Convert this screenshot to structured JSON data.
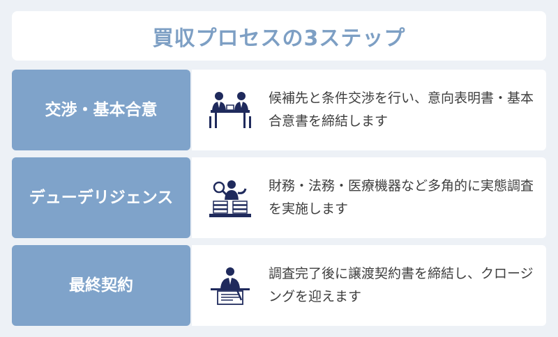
{
  "title": "買収プロセスの3ステップ",
  "colors": {
    "accent": "#7fa3ca",
    "title_text": "#7d9fc4",
    "icon_navy": "#1f2a5c"
  },
  "steps": [
    {
      "label": "交渉・基本合意",
      "icon": "negotiation-meeting-icon",
      "description": "候補先と条件交渉を行い、意向表明書・基本合意書を締結します"
    },
    {
      "label": "デューデリジェンス",
      "icon": "due-diligence-inspection-icon",
      "description": "財務・法務・医療機器など多角的に実態調査を実施します"
    },
    {
      "label": "最終契約",
      "icon": "contract-signing-icon",
      "description": "調査完了後に譲渡契約書を締結し、クロージングを迎えます"
    }
  ]
}
